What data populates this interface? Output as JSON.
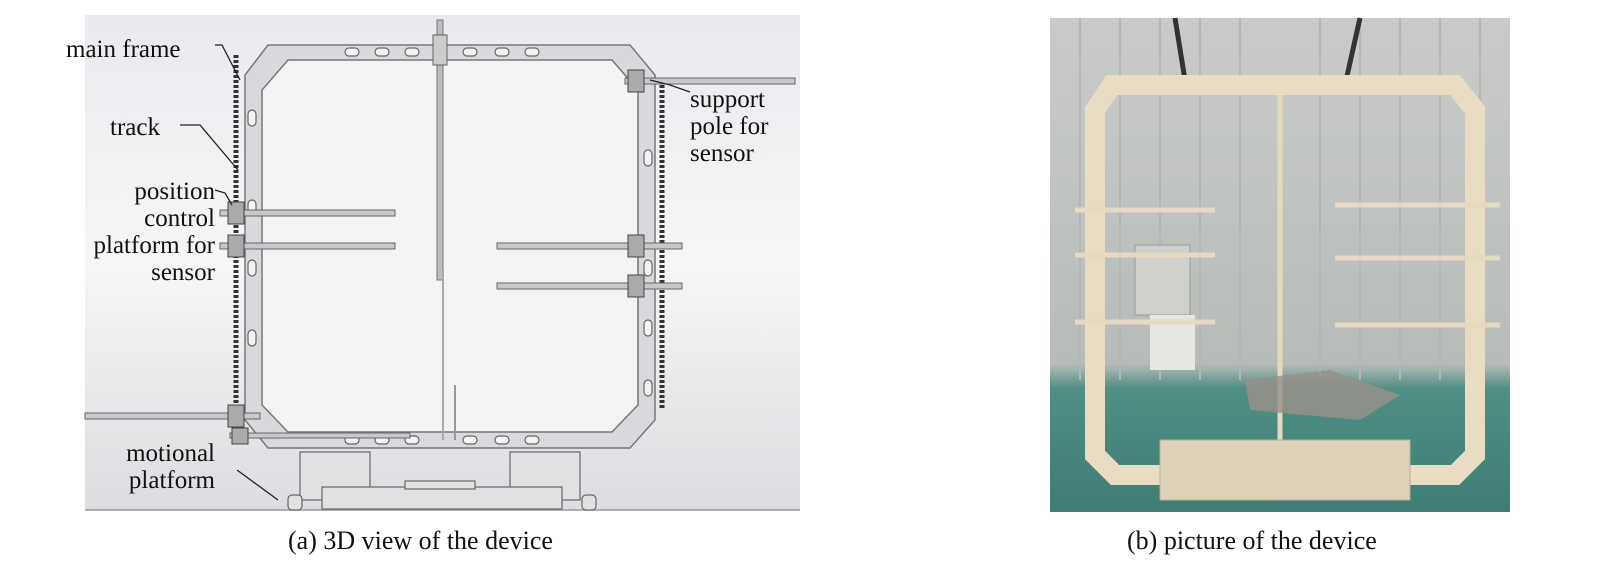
{
  "panel_a": {
    "caption": "(a) 3D view of the device",
    "labels": {
      "main_frame": "main frame",
      "track": "track",
      "position_control": "position\ncontrol\nplatform for\nsensor",
      "motional_platform": "motional\nplatform",
      "support_pole": "support\npole for\nsensor"
    }
  },
  "panel_b": {
    "caption": "(b) picture of the device"
  }
}
